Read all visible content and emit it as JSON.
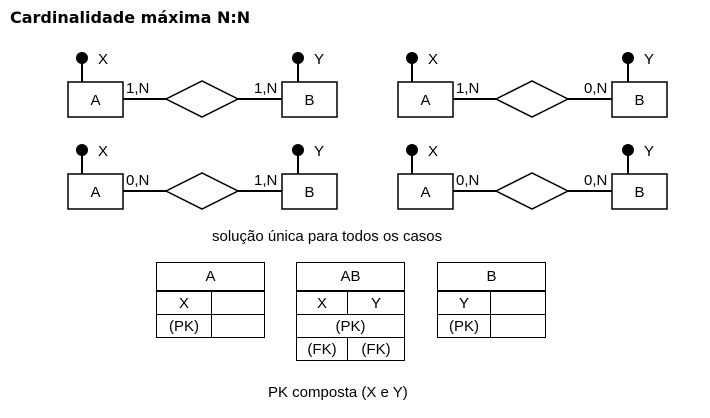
{
  "title": "Cardinalidade máxima N:N",
  "er_diagrams": [
    {
      "entity_a": "A",
      "entity_b": "B",
      "attr_a": "X",
      "attr_b": "Y",
      "card_a": "1,N",
      "card_b": "1,N"
    },
    {
      "entity_a": "A",
      "entity_b": "B",
      "attr_a": "X",
      "attr_b": "Y",
      "card_a": "1,N",
      "card_b": "0,N"
    },
    {
      "entity_a": "A",
      "entity_b": "B",
      "attr_a": "X",
      "attr_b": "Y",
      "card_a": "0,N",
      "card_b": "1,N"
    },
    {
      "entity_a": "A",
      "entity_b": "B",
      "attr_a": "X",
      "attr_b": "Y",
      "card_a": "0,N",
      "card_b": "0,N"
    }
  ],
  "solution_caption": "solução única para todos os casos",
  "tables": {
    "a": {
      "name": "A",
      "col1": "X",
      "key1": "(PK)"
    },
    "ab": {
      "name": "AB",
      "col1": "X",
      "col2": "Y",
      "key": "(PK)",
      "fk1": "(FK)",
      "fk2": "(FK)"
    },
    "b": {
      "name": "B",
      "col1": "Y",
      "key1": "(PK)"
    }
  },
  "footer": "PK composta (X e Y)"
}
